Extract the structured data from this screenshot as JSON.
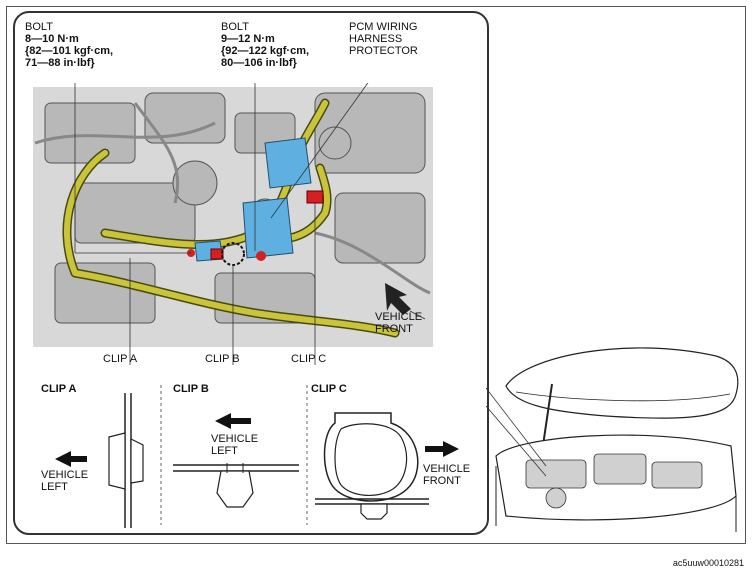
{
  "callouts": {
    "bolt_left": {
      "title": "BOLT",
      "torque": "8—10 N·m",
      "alt1": "{82—101 kgf·cm,",
      "alt2": "71—88 in·lbf}"
    },
    "bolt_right": {
      "title": "BOLT",
      "torque": "9—12 N·m",
      "alt1": "{92—122 kgf·cm,",
      "alt2": "80—106 in·lbf}"
    },
    "pcm": {
      "line1": "PCM WIRING",
      "line2": "HARNESS",
      "line3": "PROTECTOR"
    },
    "vehicle_front_main": {
      "line1": "VEHICLE",
      "line2": "FRONT"
    },
    "clip_a": "CLIP A",
    "clip_b": "CLIP B",
    "clip_c": "CLIP C"
  },
  "details": {
    "clip_a": {
      "title": "CLIP A",
      "dir1": "VEHICLE",
      "dir2": "LEFT"
    },
    "clip_b": {
      "title": "CLIP B",
      "dir1": "VEHICLE",
      "dir2": "LEFT"
    },
    "clip_c": {
      "title": "CLIP C",
      "dir1": "VEHICLE",
      "dir2": "FRONT"
    }
  },
  "reference_code": "ac5uuw00010281",
  "colors": {
    "harness": "#c9c43a",
    "protector": "#5fb0e0",
    "clip_red": "#d32020"
  }
}
